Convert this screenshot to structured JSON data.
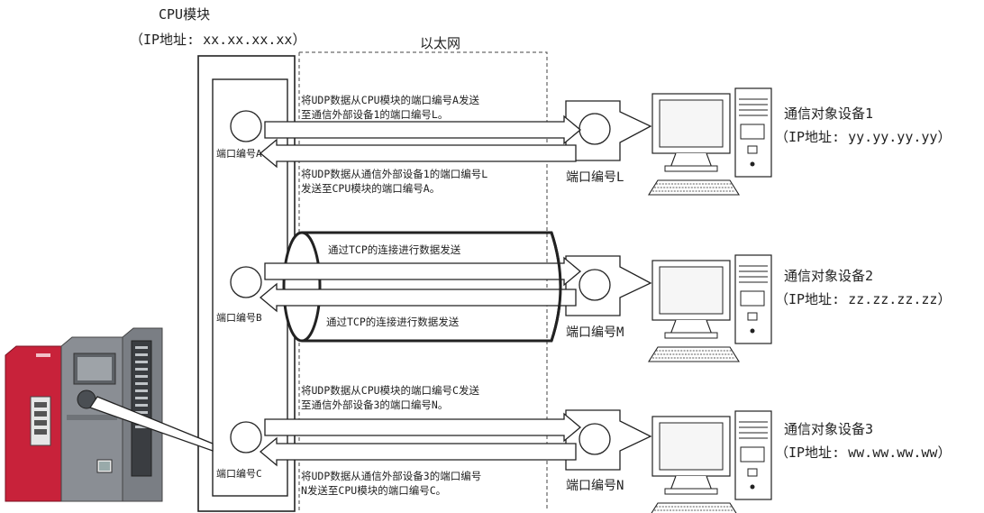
{
  "cpu": {
    "title": "CPU模块",
    "ip": "（IP地址: xx.xx.xx.xx）"
  },
  "network": {
    "label": "以太网"
  },
  "ports": {
    "a": "端口编号A",
    "b": "端口编号B",
    "c": "端口编号C",
    "l": "端口编号L",
    "m": "端口编号M",
    "n": "端口编号N"
  },
  "messages": {
    "udp_a_to_l": [
      "将UDP数据从CPU模块的端口编号A发送",
      "至通信外部设备1的端口编号L。"
    ],
    "udp_l_to_a": [
      "将UDP数据从通信外部设备1的端口编号L",
      "发送至CPU模块的端口编号A。"
    ],
    "tcp_top": "通过TCP的连接进行数据发送",
    "tcp_bottom": "通过TCP的连接进行数据发送",
    "udp_c_to_n": [
      "将UDP数据从CPU模块的端口编号C发送",
      "至通信外部设备3的端口编号N。"
    ],
    "udp_n_to_c": [
      "将UDP数据从通信外部设备3的端口编号",
      "N发送至CPU模块的端口编号C。"
    ]
  },
  "devices": [
    {
      "name": "通信对象设备1",
      "ip": "（IP地址: yy.yy.yy.yy）"
    },
    {
      "name": "通信对象设备2",
      "ip": "（IP地址: zz.zz.zz.zz）"
    },
    {
      "name": "通信对象设备3",
      "ip": "（IP地址: ww.ww.ww.ww）"
    }
  ],
  "colors": {
    "line": "#222222",
    "plc_red": "#c8223a",
    "plc_gray": "#6f7378",
    "monitor_screen": "#f2f2f2"
  }
}
